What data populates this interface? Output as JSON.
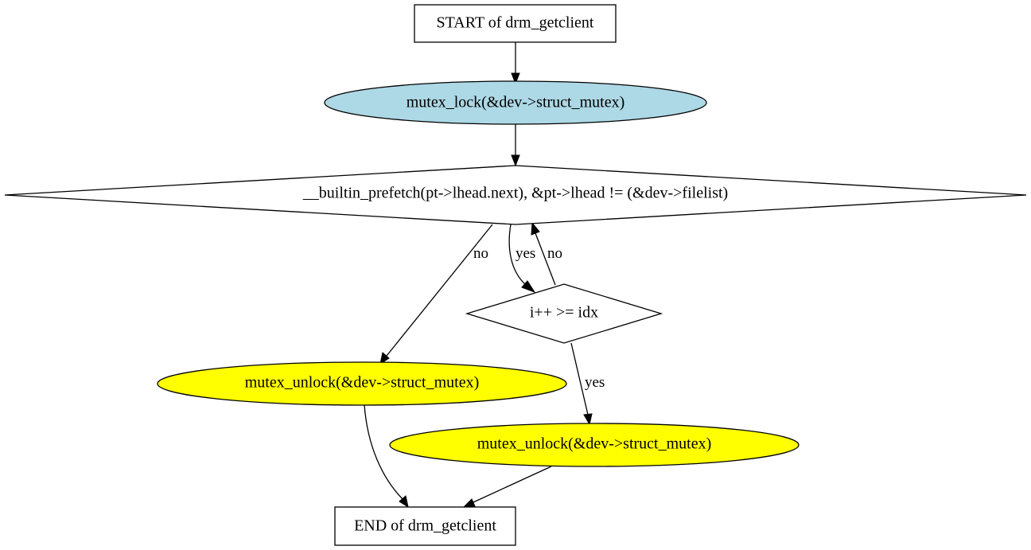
{
  "colors": {
    "lock_fill": "#add8e6",
    "unlock_fill": "#ffff00",
    "default_fill": "#ffffff",
    "stroke": "#000000"
  },
  "nodes": {
    "start": {
      "label": "START of drm_getclient",
      "shape": "box"
    },
    "lock": {
      "label": "mutex_lock(&dev->struct_mutex)",
      "shape": "ellipse"
    },
    "loop_cond": {
      "label": "__builtin_prefetch(pt->lhead.next), &pt->lhead != (&dev->filelist)",
      "shape": "diamond"
    },
    "idx_cond": {
      "label": "i++ >= idx",
      "shape": "diamond"
    },
    "unlock_left": {
      "label": "mutex_unlock(&dev->struct_mutex)",
      "shape": "ellipse"
    },
    "unlock_right": {
      "label": "mutex_unlock(&dev->struct_mutex)",
      "shape": "ellipse"
    },
    "end": {
      "label": "END of drm_getclient",
      "shape": "box"
    }
  },
  "edges": {
    "loop_no": {
      "label": "no"
    },
    "loop_yes": {
      "label": "yes"
    },
    "idx_no": {
      "label": "no"
    },
    "idx_yes": {
      "label": "yes"
    }
  }
}
